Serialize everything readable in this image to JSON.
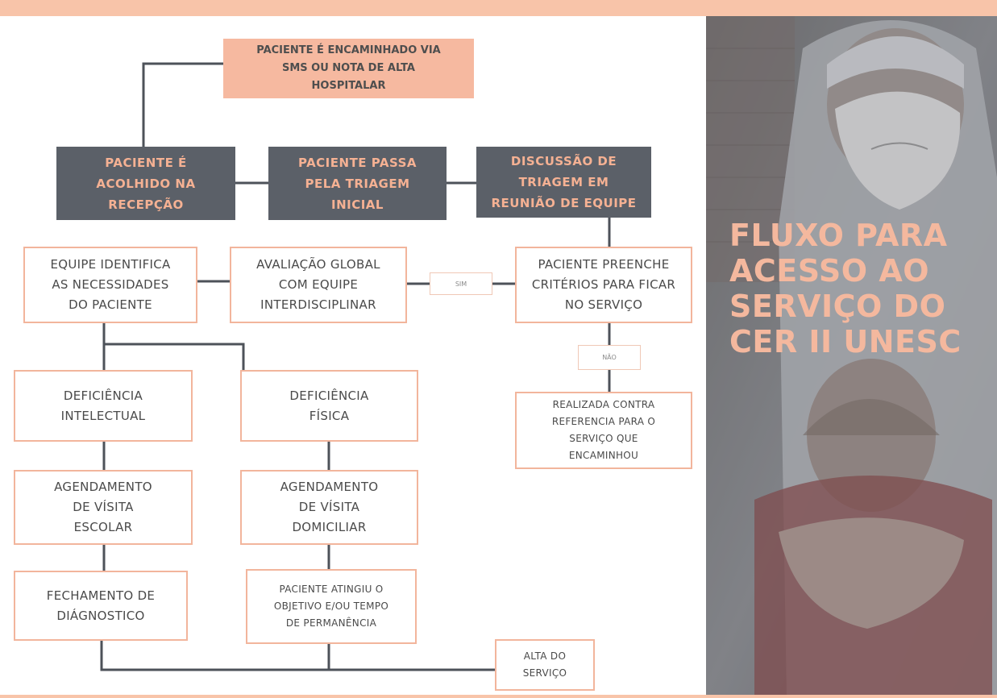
{
  "title": "FLUXO PARA\nACESSO AO\nSERVIÇO DO\nCER II UNESC",
  "colors": {
    "accent": "#f6b9a0",
    "dark_box": "#5b6068",
    "heading": "#f4b89e",
    "border": "#f2b59c"
  },
  "nodes": {
    "encaminhado": "PACIENTE É ENCAMINHADO VIA\nSMS OU NOTA DE ALTA\nHOSPITALAR",
    "acolhido": "PACIENTE É\nACOLHIDO NA\nRECEPÇÃO",
    "triagem": "PACIENTE PASSA\nPELA TRIAGEM\nINICIAL",
    "discussao": "DISCUSSÃO DE\nTRIAGEM EM\nREUNIÃO DE EQUIPE",
    "equipe_identifica": "EQUIPE IDENTIFICA\nAS NECESSIDADES\nDO PACIENTE",
    "avaliacao": "AVALIAÇÃO GLOBAL\nCOM EQUIPE\nINTERDISCIPLINAR",
    "preenche": "PACIENTE PREENCHE\nCRITÉRIOS PARA FICAR\nNO SERVIÇO",
    "sim": "SIM",
    "nao": "NÃO",
    "contra_referencia": "REALIZADA CONTRA\nREFERENCIA PARA O\nSERVIÇO QUE\nENCAMINHOU",
    "def_intelectual": "DEFICIÊNCIA\nINTELECTUAL",
    "def_fisica": "DEFICIÊNCIA\nFÍSICA",
    "visita_escolar": "AGENDAMENTO\nDE VÍSITA\nESCOLAR",
    "visita_domiciliar": "AGENDAMENTO\nDE VÍSITA\nDOMICILIAR",
    "fechamento": "FECHAMENTO DE\nDIÁGNOSTICO",
    "objetivo": "PACIENTE ATINGIU O\nOBJETIVO E/OU TEMPO\nDE PERMANÊNCIA",
    "alta": "ALTA DO\nSERVIÇO"
  }
}
